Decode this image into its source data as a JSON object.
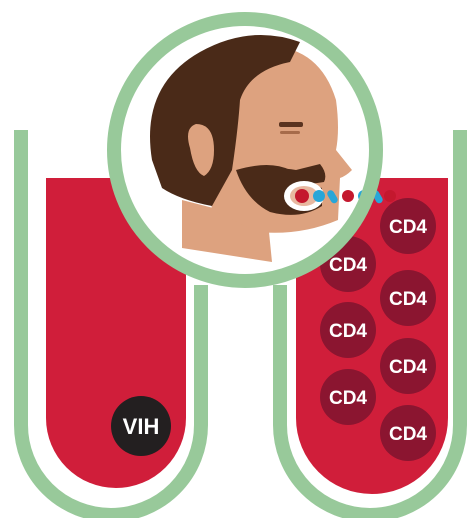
{
  "colors": {
    "tube_outline": "#98c99a",
    "blood": "#d01e3a",
    "cd4_cell": "#8b1530",
    "virus": "#231f20",
    "skin": "#dda27f",
    "hair": "#4a2a18",
    "pill_blue": "#28a6d8",
    "pill_red": "#c4182e",
    "badge_text": "#ffffff"
  },
  "left_tube": {
    "virus_label": "VIH"
  },
  "right_tube": {
    "cells": [
      {
        "label": "CD4"
      },
      {
        "label": "CD4"
      },
      {
        "label": "CD4"
      },
      {
        "label": "CD4"
      },
      {
        "label": "CD4"
      },
      {
        "label": "CD4"
      },
      {
        "label": "CD4"
      }
    ]
  },
  "portrait": {
    "icons": [
      "man-head-icon",
      "pill-stream-icon"
    ]
  }
}
